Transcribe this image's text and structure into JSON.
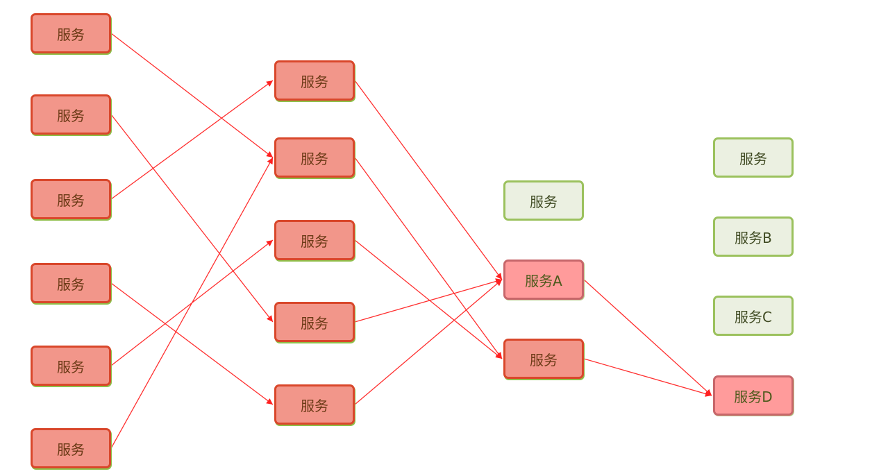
{
  "colors": {
    "edge": "#ff3030",
    "node_red_fill": "#f2968a",
    "node_red_border": "#d9472b",
    "node_highlight_fill": "#ff9b9b",
    "node_green_fill": "#ebf0e1",
    "node_green_border": "#9bc15d"
  },
  "nodes": [
    {
      "id": "a1",
      "label": "服务",
      "style": "red"
    },
    {
      "id": "a2",
      "label": "服务",
      "style": "red"
    },
    {
      "id": "a3",
      "label": "服务",
      "style": "red"
    },
    {
      "id": "a4",
      "label": "服务",
      "style": "red"
    },
    {
      "id": "a5",
      "label": "服务",
      "style": "red"
    },
    {
      "id": "a6",
      "label": "服务",
      "style": "red"
    },
    {
      "id": "b1",
      "label": "服务",
      "style": "red"
    },
    {
      "id": "b2",
      "label": "服务",
      "style": "red"
    },
    {
      "id": "b3",
      "label": "服务",
      "style": "red"
    },
    {
      "id": "b4",
      "label": "服务",
      "style": "red"
    },
    {
      "id": "b5",
      "label": "服务",
      "style": "red"
    },
    {
      "id": "c0",
      "label": "服务",
      "style": "green"
    },
    {
      "id": "c1",
      "label": "服务A",
      "style": "hi"
    },
    {
      "id": "c2",
      "label": "服务",
      "style": "red"
    },
    {
      "id": "d0",
      "label": "服务",
      "style": "green"
    },
    {
      "id": "d1",
      "label": "服务B",
      "style": "green"
    },
    {
      "id": "d2",
      "label": "服务C",
      "style": "green"
    },
    {
      "id": "d3",
      "label": "服务D",
      "style": "hi"
    }
  ],
  "edges": [
    {
      "from": "a1",
      "to": "b2"
    },
    {
      "from": "a2",
      "to": "b4"
    },
    {
      "from": "a3",
      "to": "b1"
    },
    {
      "from": "a4",
      "to": "b5"
    },
    {
      "from": "a5",
      "to": "b3"
    },
    {
      "from": "a6",
      "to": "b2"
    },
    {
      "from": "b1",
      "to": "c1"
    },
    {
      "from": "b2",
      "to": "c2"
    },
    {
      "from": "b3",
      "to": "c2"
    },
    {
      "from": "b4",
      "to": "c1"
    },
    {
      "from": "b5",
      "to": "c1"
    },
    {
      "from": "c1",
      "to": "d3"
    },
    {
      "from": "c2",
      "to": "d3"
    }
  ]
}
